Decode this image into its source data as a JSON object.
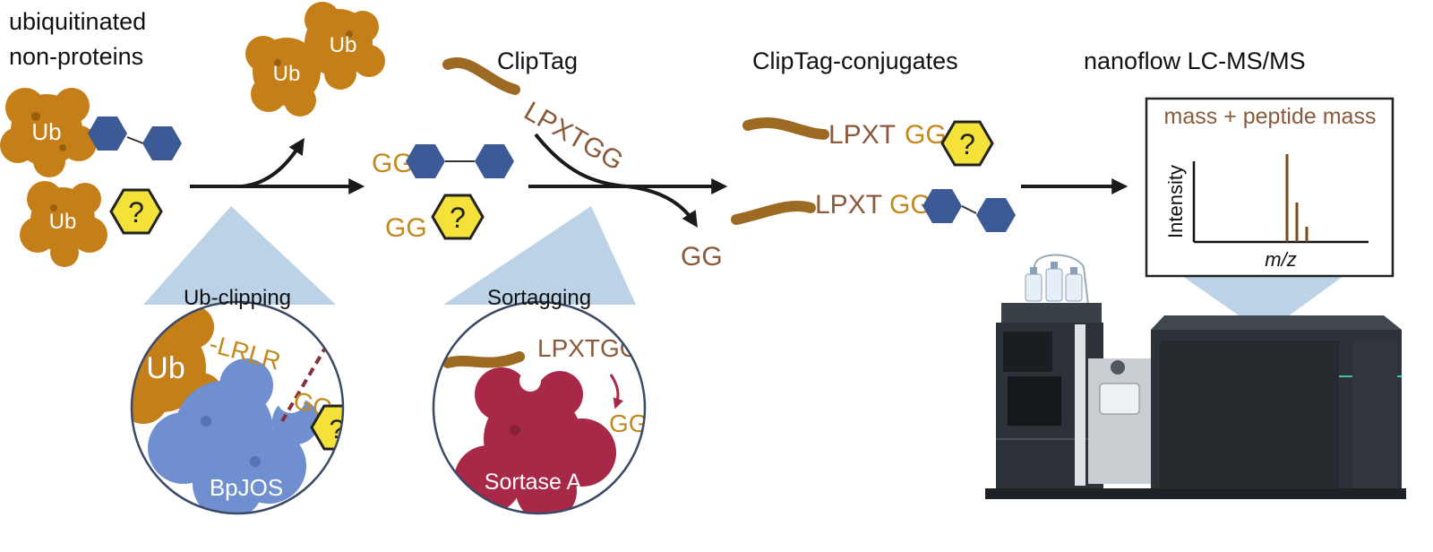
{
  "colors": {
    "ub": "#c57f18",
    "ub_dark": "#9a5f0c",
    "hex_blue": "#3c5a96",
    "hex_yellow": "#f4e23a",
    "tag_gold": "#c28a1e",
    "tag_brown": "#8a5a3c",
    "linker": "#9c6a23",
    "enzyme_blue": "#6f8fd0",
    "sortase": "#a82848",
    "wedge": "#bcd2e6",
    "circle_stroke": "#3a4a66",
    "arrow": "#1a1a1a",
    "peak": "#7a4a1c",
    "instrument": "#2d3238"
  },
  "labels": {
    "ubiquitinated_line1": "ubiquitinated",
    "ubiquitinated_line2": "non-proteins",
    "cliptag": "ClipTag",
    "conjugates": "ClipTag-conjugates",
    "lcms": "nanoflow LC-MS/MS",
    "ub_clipping": "Ub-clipping",
    "sortagging": "Sortagging"
  },
  "molecules": {
    "ub": "Ub",
    "unknown": "?",
    "gg": "GG",
    "lpxtgg": "LPXTGG",
    "lpxt": "LPXT",
    "lrlr": "-LRLR",
    "bpjos": "BpJOS",
    "sortase": "Sortase A"
  },
  "spectrum": {
    "title": "mass + peptide mass",
    "ylabel": "Intensity",
    "xlabel": "m/z"
  }
}
